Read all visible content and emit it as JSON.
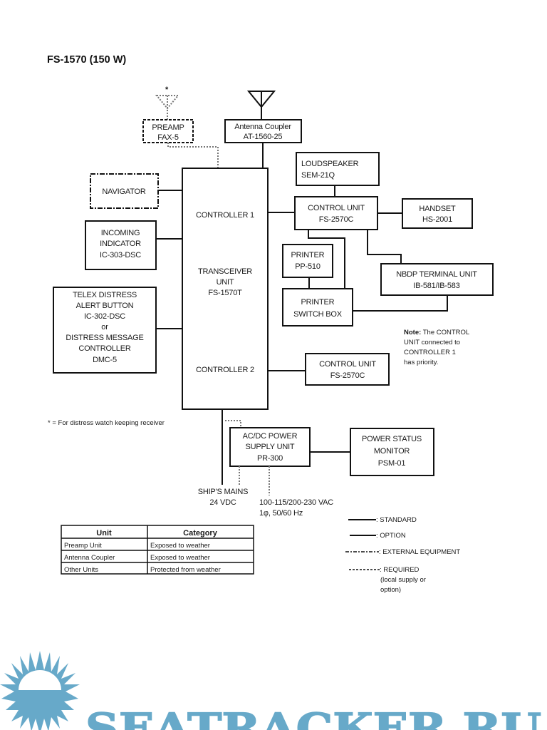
{
  "title": "FS-1570 (150 W)",
  "colors": {
    "logo": "#67a9c9",
    "line": "#111111"
  },
  "antenna_star": "*",
  "boxes": {
    "preamp": [
      "PREAMP",
      "FAX-5"
    ],
    "antenna_coupler": [
      "Antenna Coupler",
      "AT-1560-25"
    ],
    "navigator": [
      "NAVIGATOR"
    ],
    "incoming_indicator": [
      "INCOMING",
      "INDICATOR",
      "IC-303-DSC"
    ],
    "telex_distress": [
      "TELEX DISTRESS",
      "ALERT BUTTON",
      "IC-302-DSC",
      "or",
      "DISTRESS MESSAGE",
      "CONTROLLER",
      "DMC-5"
    ],
    "transceiver": {
      "controller1": "CONTROLLER 1",
      "name": [
        "TRANSCEIVER",
        "UNIT",
        "FS-1570T"
      ],
      "controller2": "CONTROLLER 2"
    },
    "loudspeaker": [
      "LOUDSPEAKER",
      "SEM-21Q"
    ],
    "control_unit_1": [
      "CONTROL UNIT",
      "FS-2570C"
    ],
    "handset": [
      "HANDSET",
      "HS-2001"
    ],
    "printer": [
      "PRINTER",
      "PP-510"
    ],
    "printer_switch": [
      "PRINTER",
      "SWITCH BOX"
    ],
    "nbdp": [
      "NBDP TERMINAL UNIT",
      "IB-581/IB-583"
    ],
    "control_unit_2": [
      "CONTROL UNIT",
      "FS-2570C"
    ],
    "psu": [
      "AC/DC POWER",
      "SUPPLY UNIT",
      "PR-300"
    ],
    "power_monitor": [
      "POWER STATUS",
      "MONITOR",
      "PSM-01"
    ]
  },
  "note": {
    "bold": "Note:",
    "lines": [
      " The CONTROL",
      "UNIT connected to",
      "CONTROLLER 1",
      "has priority."
    ]
  },
  "footnote": "* = For distress watch keeping receiver",
  "ships_mains": [
    "SHIP'S MAINS",
    "24 VDC"
  ],
  "ac_supply": [
    "100-115/200-230 VAC",
    "1φ, 50/60 Hz"
  ],
  "table": {
    "headers": [
      "Unit",
      "Category"
    ],
    "rows": [
      [
        "Preamp Unit",
        "Exposed to weather"
      ],
      [
        "Antenna Coupler",
        "Exposed to weather"
      ],
      [
        "Other Units",
        "Protected from weather"
      ]
    ]
  },
  "legend": [
    {
      "style": "solid",
      "label": ": STANDARD"
    },
    {
      "style": "solid",
      "label": ": OPTION"
    },
    {
      "style": "dashdot",
      "label": ": EXTERNAL EQUIPMENT"
    },
    {
      "style": "dashed",
      "label": ": REQUIRED",
      "sub": [
        "(local supply or",
        "option)"
      ]
    }
  ],
  "watermark": "SEATRACKER.RU"
}
